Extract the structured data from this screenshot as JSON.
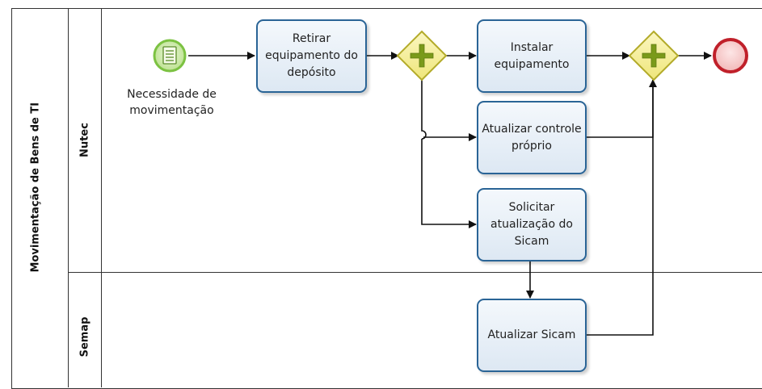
{
  "pool": {
    "label": "Movimentação de Bens de TI"
  },
  "lanes": [
    {
      "label": "Nutec"
    },
    {
      "label": "Semap"
    }
  ],
  "events": {
    "start": {
      "label": "Necessidade de movimentação",
      "type": "message-start"
    },
    "end": {
      "type": "end"
    }
  },
  "tasks": {
    "retirar": "Retirar equipamento do depósito",
    "instalar": "Instalar equipamento",
    "atualizar_controle": "Atualizar controle próprio",
    "solicitar": "Solicitar atualização do Sicam",
    "atualizar_sicam": "Atualizar Sicam"
  },
  "gateways": [
    {
      "type": "parallel-split"
    },
    {
      "type": "parallel-join"
    }
  ],
  "colors": {
    "task_border": "#2a6496",
    "start_event": "#7cc242",
    "end_event": "#c0202a",
    "gateway": "#d8d040",
    "gateway_plus": "#7a9a1a"
  }
}
